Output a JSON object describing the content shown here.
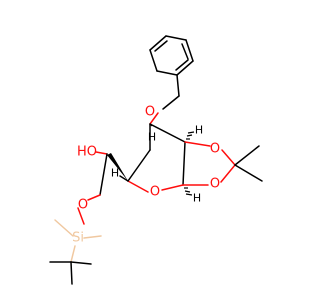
{
  "atoms": {
    "o_benzyl": "O",
    "o_hydroxyl": "HO",
    "o_ring": "O",
    "o_dioxolane_upper": "O",
    "o_dioxolane_lower": "O",
    "o_silyl": "O",
    "si": "Si",
    "h_c1": "H",
    "h_c4": "H",
    "h_c2": "H",
    "h_c3": "H"
  },
  "colors": {
    "carbon": "#000000",
    "oxygen": "#ff0d0d",
    "silicon": "#f0c8a0",
    "hydrogen": "#000000"
  }
}
